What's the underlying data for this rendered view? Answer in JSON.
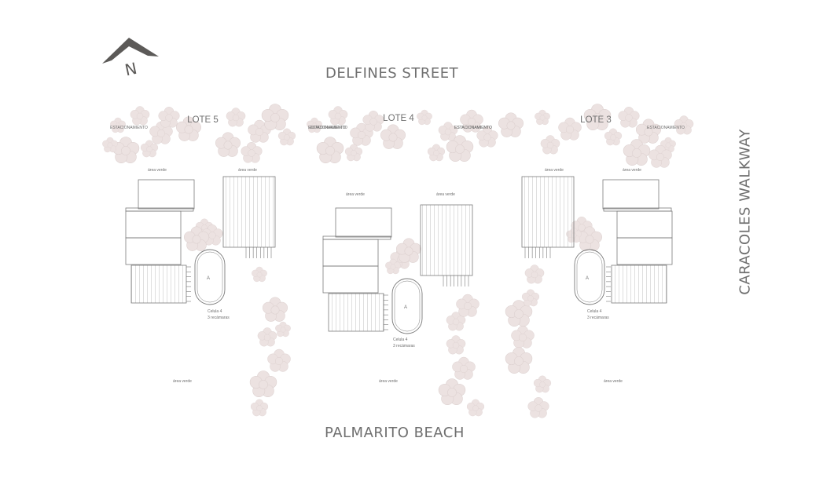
{
  "streets": {
    "north": "DELFINES STREET",
    "south": "PALMARITO BEACH",
    "east": "CARACOLES WALKWAY"
  },
  "compass": {
    "letter": "N",
    "icon": "north-arrow-icon"
  },
  "lots": [
    {
      "id": "lote-5",
      "name": "LOTE 5",
      "parking_left": "ESTACIONAMIENTO",
      "parking_right": "ESTACIONAMIENTO",
      "green_label_a": "área verde",
      "green_label_b": "área verde",
      "green_label_bottom": "área verde",
      "pool_letter": "A",
      "cell_label": "Celula 4",
      "rooms_label": "3 recámaras"
    },
    {
      "id": "lote-4",
      "name": "LOTE 4",
      "parking_left": "ESTACIONAMIENTO",
      "parking_right": "ESTACIONAMIENTO",
      "green_label_a": "área verde",
      "green_label_b": "área verde",
      "green_label_bottom": "área verde",
      "pool_letter": "A",
      "cell_label": "Celula 4",
      "rooms_label": "3 recámaras"
    },
    {
      "id": "lote-3",
      "name": "LOTE 3",
      "parking_left": "ESTACIONAMIENTO",
      "parking_right": "ESTACIONAMIENTO",
      "green_label_a": "área verde",
      "green_label_b": "área verde",
      "green_label_bottom": "área verde",
      "pool_letter": "A",
      "cell_label": "Celula 4",
      "rooms_label": "3 recámaras"
    }
  ],
  "colors": {
    "line": "#7a7a7a",
    "text": "#6f6f6f",
    "vegetation": "#e9dedd",
    "compass": "#5c5a58"
  }
}
